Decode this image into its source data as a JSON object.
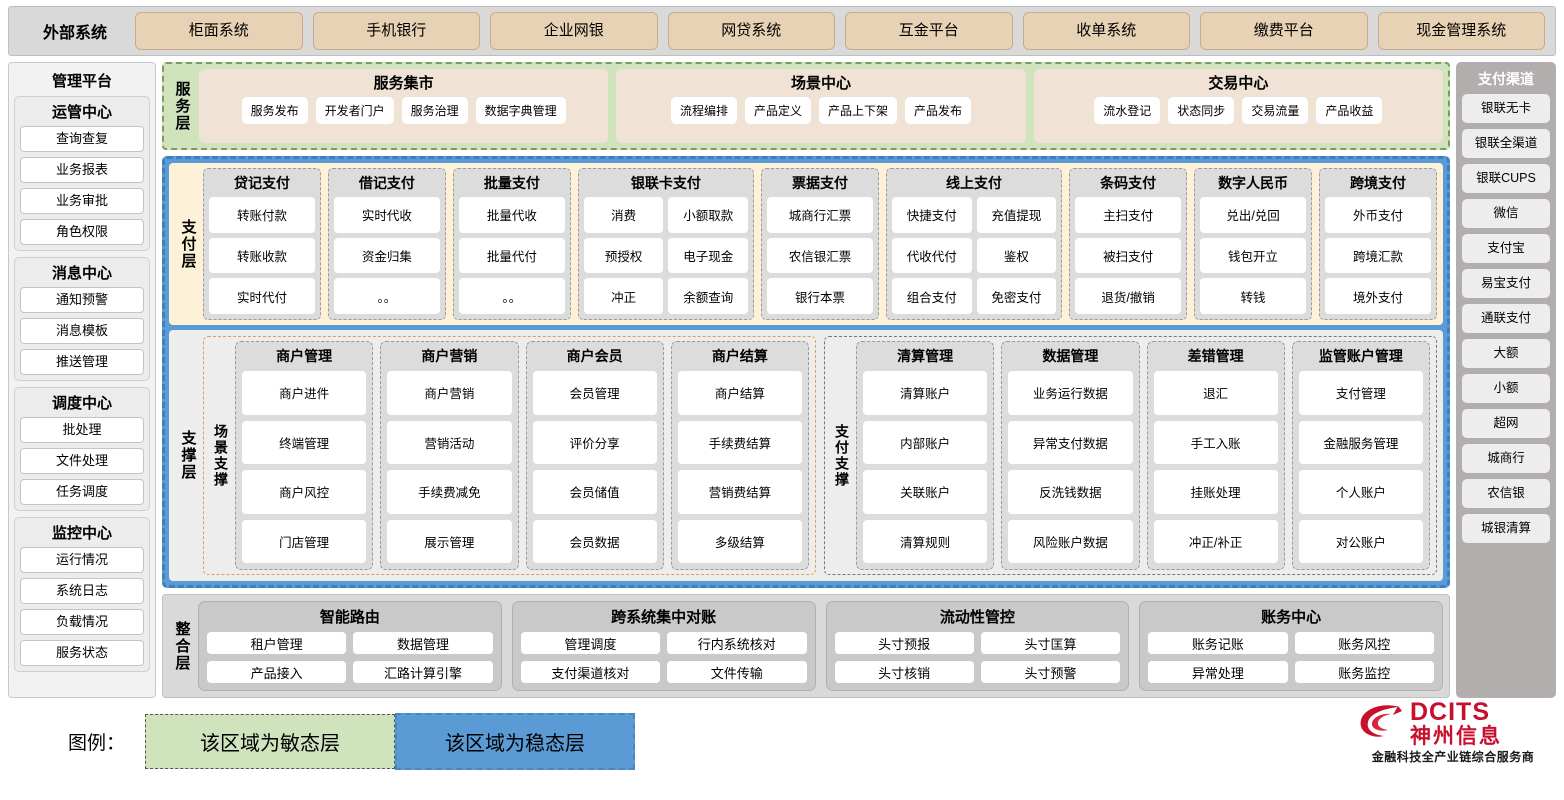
{
  "external_systems": {
    "title": "外部系统",
    "items": [
      "柜面系统",
      "手机银行",
      "企业网银",
      "网贷系统",
      "互金平台",
      "收单系统",
      "缴费平台",
      "现金管理系统"
    ]
  },
  "management_platform": {
    "title": "管理平台",
    "groups": [
      {
        "title": "运管中心",
        "items": [
          "查询查复",
          "业务报表",
          "业务审批",
          "角色权限"
        ]
      },
      {
        "title": "消息中心",
        "items": [
          "通知预警",
          "消息模板",
          "推送管理"
        ]
      },
      {
        "title": "调度中心",
        "items": [
          "批处理",
          "文件处理",
          "任务调度"
        ]
      },
      {
        "title": "监控中心",
        "items": [
          "运行情况",
          "系统日志",
          "负载情况",
          "服务状态"
        ]
      }
    ]
  },
  "service_layer": {
    "label": "服务层",
    "groups": [
      {
        "title": "服务集市",
        "items": [
          "服务发布",
          "开发者门户",
          "服务治理",
          "数据字典管理"
        ]
      },
      {
        "title": "场景中心",
        "items": [
          "流程编排",
          "产品定义",
          "产品上下架",
          "产品发布"
        ]
      },
      {
        "title": "交易中心",
        "items": [
          "流水登记",
          "状态同步",
          "交易流量",
          "产品收益"
        ]
      }
    ]
  },
  "payment_layer": {
    "label": "支付层",
    "columns": [
      {
        "title": "贷记支付",
        "cols": 1,
        "items": [
          "转账付款",
          "转账收款",
          "实时代付"
        ]
      },
      {
        "title": "借记支付",
        "cols": 1,
        "items": [
          "实时代收",
          "资金归集",
          "。。"
        ]
      },
      {
        "title": "批量支付",
        "cols": 1,
        "items": [
          "批量代收",
          "批量代付",
          "。。"
        ]
      },
      {
        "title": "银联卡支付",
        "cols": 2,
        "items": [
          "消费",
          "小额取款",
          "预授权",
          "电子现金",
          "冲正",
          "余额查询"
        ]
      },
      {
        "title": "票据支付",
        "cols": 1,
        "items": [
          "城商行汇票",
          "农信银汇票",
          "银行本票"
        ]
      },
      {
        "title": "线上支付",
        "cols": 2,
        "items": [
          "快捷支付",
          "充值提现",
          "代收代付",
          "鉴权",
          "组合支付",
          "免密支付"
        ]
      },
      {
        "title": "条码支付",
        "cols": 1,
        "items": [
          "主扫支付",
          "被扫支付",
          "退货/撤销"
        ]
      },
      {
        "title": "数字人民币",
        "cols": 1,
        "items": [
          "兑出/兑回",
          "钱包开立",
          "转钱"
        ]
      },
      {
        "title": "跨境支付",
        "cols": 1,
        "items": [
          "外币支付",
          "跨境汇款",
          "境外支付"
        ]
      }
    ]
  },
  "support_layer": {
    "label": "支撑层",
    "areas": [
      {
        "label": "场景支撑",
        "columns": [
          {
            "title": "商户管理",
            "items": [
              "商户进件",
              "终端管理",
              "商户风控",
              "门店管理"
            ]
          },
          {
            "title": "商户营销",
            "items": [
              "商户营销",
              "营销活动",
              "手续费减免",
              "展示管理"
            ]
          },
          {
            "title": "商户会员",
            "items": [
              "会员管理",
              "评价分享",
              "会员储值",
              "会员数据"
            ]
          },
          {
            "title": "商户结算",
            "items": [
              "商户结算",
              "手续费结算",
              "营销费结算",
              "多级结算"
            ]
          }
        ]
      },
      {
        "label": "支付支撑",
        "columns": [
          {
            "title": "清算管理",
            "items": [
              "清算账户",
              "内部账户",
              "关联账户",
              "清算规则"
            ]
          },
          {
            "title": "数据管理",
            "items": [
              "业务运行数据",
              "异常支付数据",
              "反洗钱数据",
              "风险账户数据"
            ]
          },
          {
            "title": "差错管理",
            "items": [
              "退汇",
              "手工入账",
              "挂账处理",
              "冲正/补正"
            ]
          },
          {
            "title": "监管账户管理",
            "items": [
              "支付管理",
              "金融服务管理",
              "个人账户",
              "对公账户"
            ]
          }
        ]
      }
    ]
  },
  "integration_layer": {
    "label": "整合层",
    "groups": [
      {
        "title": "智能路由",
        "items": [
          "租户管理",
          "数据管理",
          "产品接入",
          "汇路计算引擎"
        ]
      },
      {
        "title": "跨系统集中对账",
        "items": [
          "管理调度",
          "行内系统核对",
          "支付渠道核对",
          "文件传输"
        ]
      },
      {
        "title": "流动性管控",
        "items": [
          "头寸预报",
          "头寸匡算",
          "头寸核销",
          "头寸预警"
        ]
      },
      {
        "title": "账务中心",
        "items": [
          "账务记账",
          "账务风控",
          "异常处理",
          "账务监控"
        ]
      }
    ]
  },
  "payment_channels": {
    "title": "支付渠道",
    "items": [
      "银联无卡",
      "银联全渠道",
      "银联CUPS",
      "微信",
      "支付宝",
      "易宝支付",
      "通联支付",
      "大额",
      "小额",
      "超网",
      "城商行",
      "农信银",
      "城银清算"
    ]
  },
  "legend": {
    "label": "图例：",
    "agile": "该区域为敏态层",
    "stable": "该区域为稳态层"
  },
  "logo": {
    "brand_en": "DCITS",
    "brand_cn": "神州信息",
    "tagline": "金融科技全产业链综合服务商"
  },
  "colors": {
    "agile_green": "#cfe3bd",
    "stable_blue": "#5b9bd5",
    "external_tan": "#e8d2b5",
    "payment_cream": "#fdf2d7",
    "service_group": "#f0e2d5",
    "channel_gray": "#b3aeae",
    "brand_red": "#c8102e"
  }
}
